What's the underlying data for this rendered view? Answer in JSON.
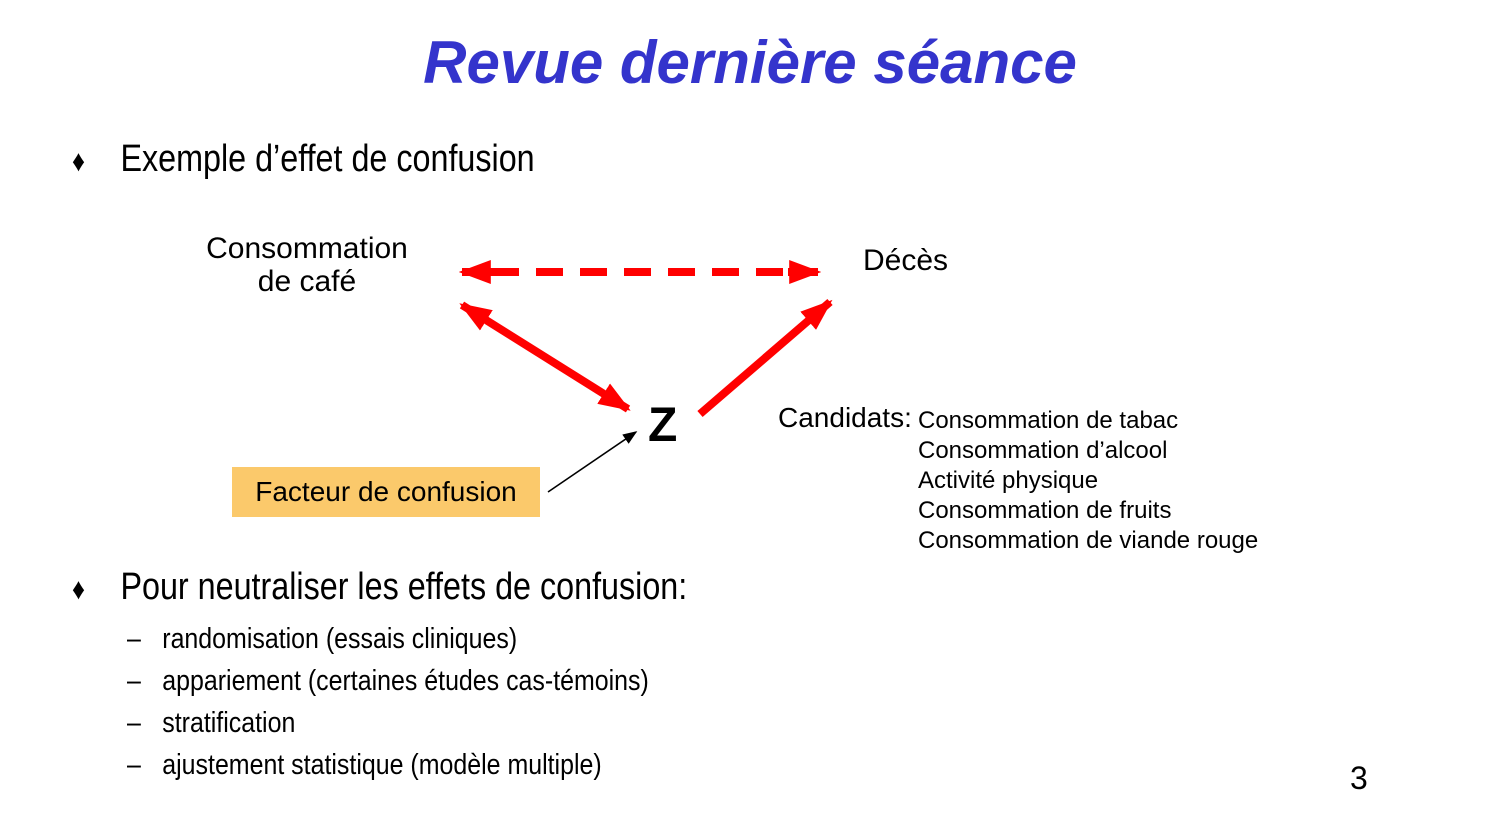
{
  "slide": {
    "title": "Revue dernière séance",
    "page_number": "3"
  },
  "colors": {
    "title": "#3434CC",
    "red": "#FF0000",
    "box": "#FBC96B",
    "text": "#000000"
  },
  "bullets": {
    "bullet1": {
      "marker": "♦",
      "text": "Exemple d’effet de confusion"
    },
    "bullet2": {
      "marker": "♦",
      "text": "Pour neutraliser les effets de confusion:"
    },
    "sub_items": [
      {
        "marker": "–",
        "text": "randomisation (essais cliniques)"
      },
      {
        "marker": "–",
        "text": "appariement (certaines études cas-témoins)"
      },
      {
        "marker": "–",
        "text": "stratification"
      },
      {
        "marker": "–",
        "text": "ajustement statistique (modèle multiple)"
      }
    ]
  },
  "diagram": {
    "exposure_label": "Consommation de café",
    "outcome_label": "Décès",
    "confounder_symbol": "Z",
    "confounder_box_label": "Facteur de confusion",
    "candidates_label": "Candidats:",
    "candidates": [
      "Consommation de tabac",
      "Consommation d’alcool",
      "Activité physique",
      "Consommation de fruits",
      "Consommation de viande rouge"
    ]
  }
}
